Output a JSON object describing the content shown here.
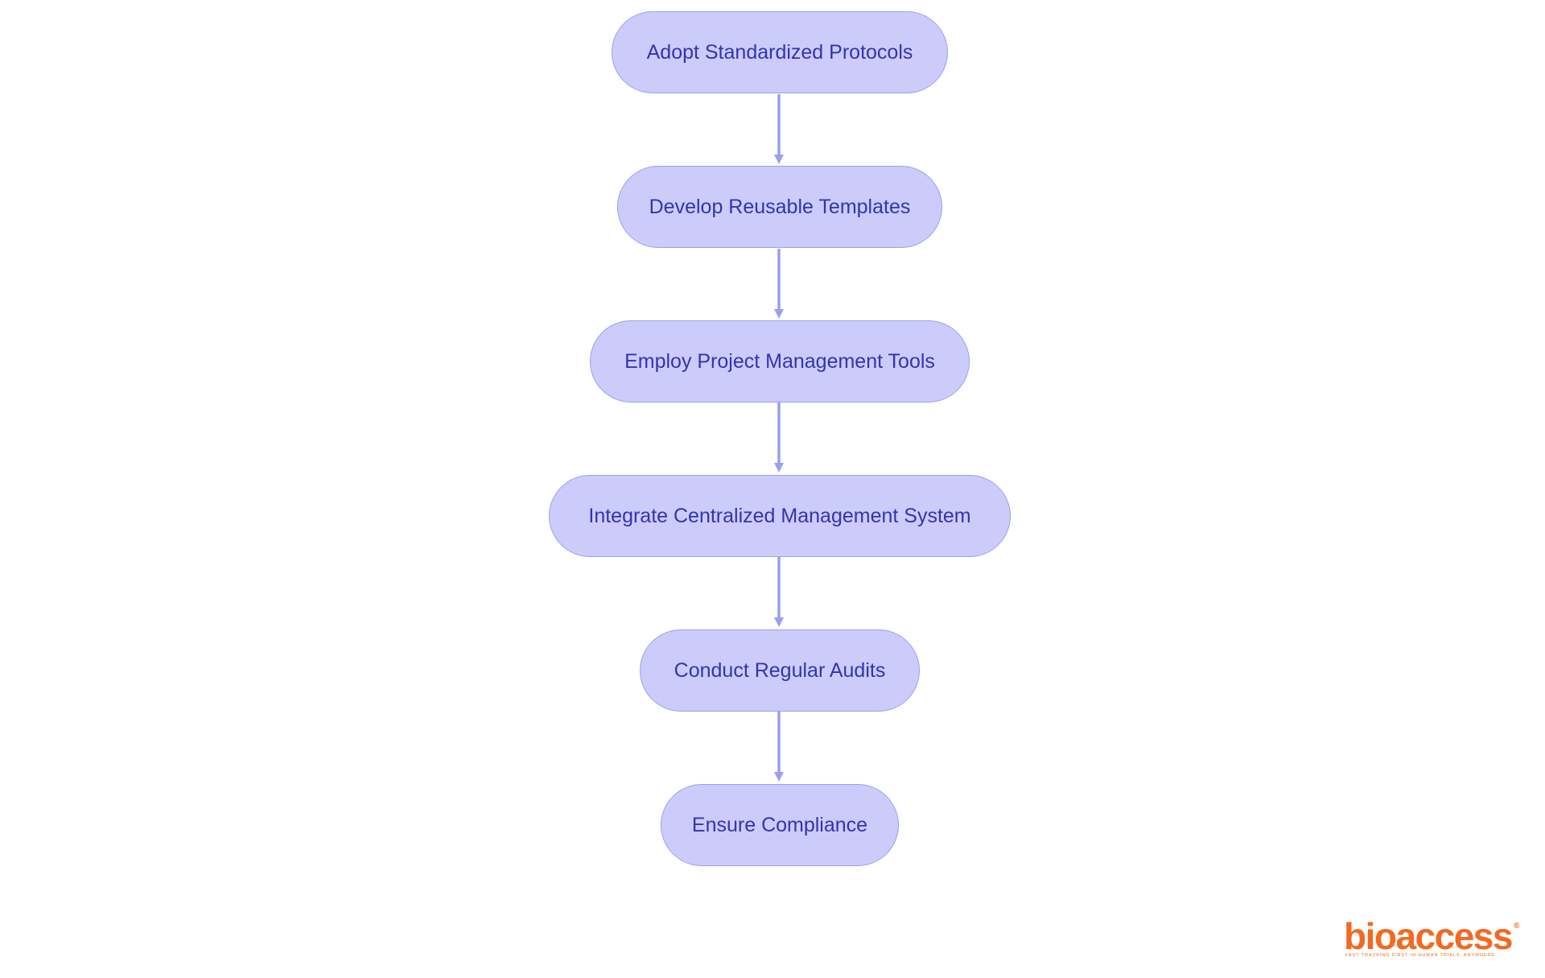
{
  "colors": {
    "node_fill": "#ccccfb",
    "node_border": "#9a9ff0",
    "node_text": "#3333b3",
    "arrow": "#9a9ff0",
    "logo": "#f26a21"
  },
  "flowchart": {
    "steps": [
      {
        "label": "Adopt Standardized Protocols"
      },
      {
        "label": "Develop Reusable Templates"
      },
      {
        "label": "Employ Project Management Tools"
      },
      {
        "label": "Integrate Centralized Management System"
      },
      {
        "label": "Conduct Regular Audits"
      },
      {
        "label": "Ensure Compliance"
      }
    ]
  },
  "logo": {
    "brand": "bioaccess",
    "registered_mark": "®",
    "tagline": "FAST-TRACKING FIRST-IN-HUMAN TRIALS, ANYWHERE"
  }
}
